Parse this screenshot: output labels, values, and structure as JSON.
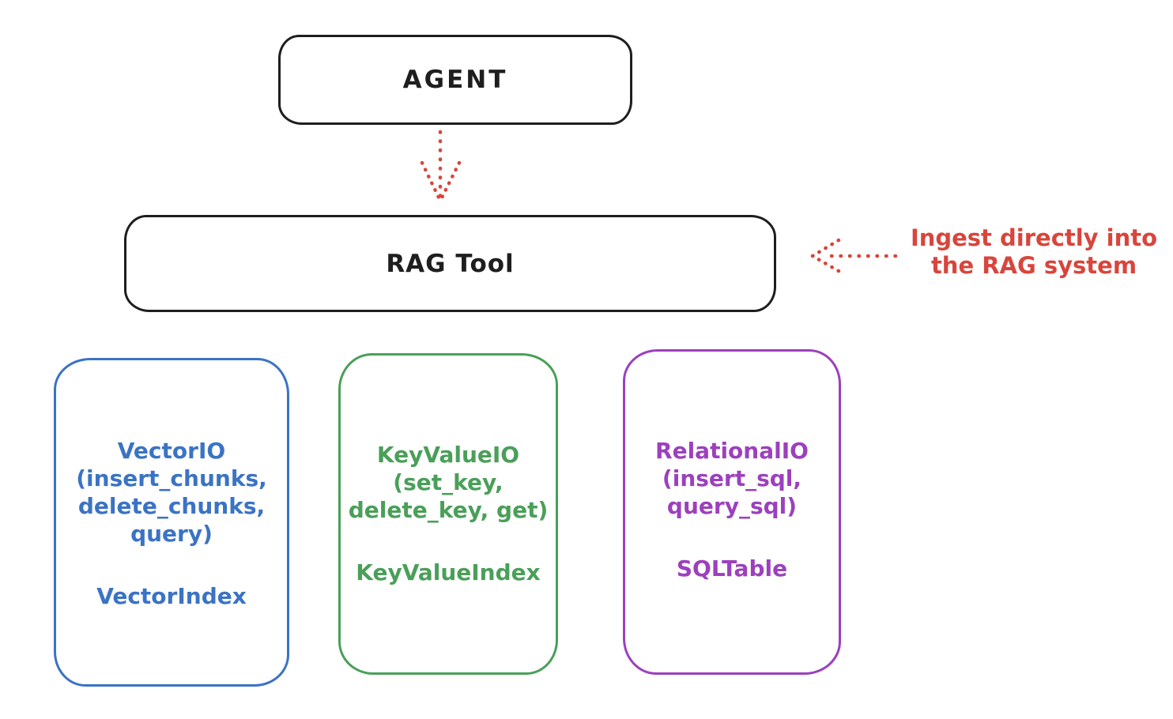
{
  "diagram": {
    "agent_box": {
      "label": "AGENT"
    },
    "rag_box": {
      "label": "RAG Tool"
    },
    "annotation": {
      "text": "Ingest directly into\nthe RAG system"
    },
    "storage_boxes": [
      {
        "name": "vector-io",
        "io_label": "VectorIO\n(insert_chunks,\ndelete_chunks,\nquery)",
        "index_label": "VectorIndex",
        "color": "#3b73c4"
      },
      {
        "name": "keyvalue-io",
        "io_label": "KeyValueIO\n(set_key,\ndelete_key, get)",
        "index_label": "KeyValueIndex",
        "color": "#4a9f59"
      },
      {
        "name": "relational-io",
        "io_label": "RelationalIO\n(insert_sql,\nquery_sql)",
        "index_label": "SQLTable",
        "color": "#9c40bd"
      }
    ],
    "colors": {
      "ink": "#1e1e1e",
      "red": "#d8453c",
      "blue": "#3b73c4",
      "green": "#4a9f59",
      "purple": "#9c40bd",
      "background": "#ffffff"
    }
  }
}
